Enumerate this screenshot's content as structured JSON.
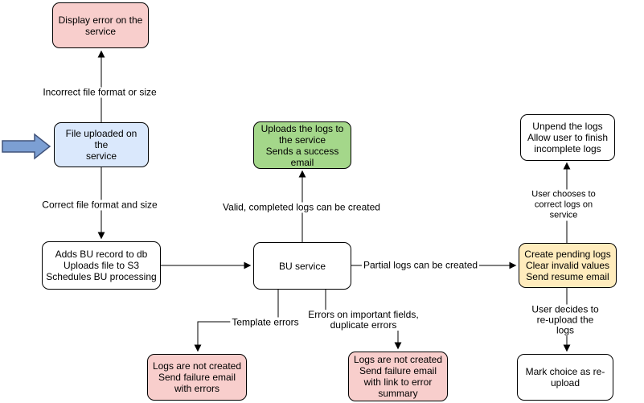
{
  "diagram": {
    "nodes": {
      "display_error": {
        "text": "Display error on the\nservice",
        "fill": "#f8cecc"
      },
      "file_uploaded": {
        "text": "File uploaded on the\nservice",
        "fill": "#dae8fc"
      },
      "adds_bu": {
        "text": "Adds BU record to db\nUploads file to S3\nSchedules BU processing",
        "fill": "#ffffff"
      },
      "bu_service": {
        "text": "BU service",
        "fill": "#ffffff"
      },
      "success": {
        "text": "Uploads the logs to\nthe service\nSends a success\nemail",
        "fill": "#a4d78a"
      },
      "unpend": {
        "text": "Unpend the logs\nAllow user to finish\nincomplete logs",
        "fill": "#ffffff"
      },
      "pending": {
        "text": "Create pending logs\nClear invalid values\nSend resume email",
        "fill": "#ffecbd"
      },
      "failure_errors": {
        "text": "Logs are not created\nSend failure email\nwith errors",
        "fill": "#f8cecc"
      },
      "failure_summary": {
        "text": "Logs are not created\nSend failure email\nwith link to error\nsummary",
        "fill": "#f8cecc"
      },
      "mark_reupload": {
        "text": "Mark choice as re-\nupload",
        "fill": "#ffffff"
      }
    },
    "edge_labels": {
      "incorrect": "Incorrect file format or size",
      "correct": "Correct file format and size",
      "valid": "Valid, completed logs can be created",
      "partial": "Partial logs can be created",
      "template": "Template errors",
      "important_fields": "Errors on important fields,\nduplicate errors",
      "choose_correct": "User chooses to correct logs on service",
      "reupload": "User decides to re-upload the logs"
    },
    "icons": {
      "entry_pointer": "right-arrow"
    },
    "colors": {
      "error_fill": "#f8cecc",
      "input_fill": "#dae8fc",
      "success_fill": "#a4d78a",
      "pending_fill": "#ffecbd",
      "neutral_fill": "#ffffff",
      "stroke": "#000000",
      "pointer_fill": "#7c9fd3",
      "pointer_stroke": "#41537a"
    }
  }
}
